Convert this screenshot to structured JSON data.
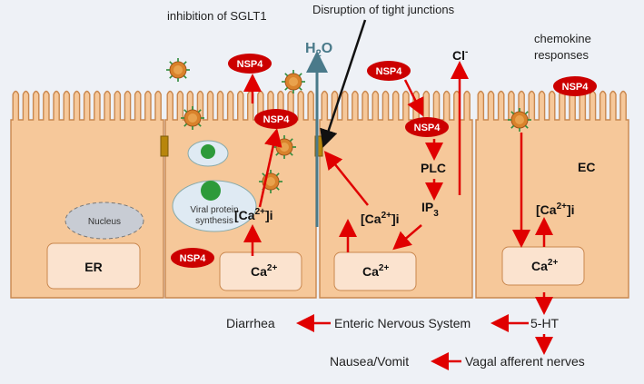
{
  "labels": {
    "inhibition": "inhibition of SGLT1",
    "disruption": "Disruption of tight junctions",
    "chemokine_1": "chemokine",
    "chemokine_2": "responses",
    "water_main": "H",
    "water_sub": "2",
    "water_end": "O",
    "chloride": "Cl",
    "chloride_sup": "-",
    "nsp4": "NSP4",
    "plc": "PLC",
    "ip": "IP",
    "ip_sub": "3",
    "ec": "EC",
    "ca_i_pre": "[Ca",
    "ca_sup": "2+",
    "ca_i_post": "]i",
    "ca": "Ca",
    "nucleus": "Nucleus",
    "viral_1": "Viral protein",
    "viral_2": "synthesis",
    "er": "ER",
    "serotonin": "5-HT",
    "enteric": "Enteric Nervous System",
    "diarrhea": "Diarrhea",
    "vagal": "Vagal afferent nerves",
    "nausea": "Nausea/Vomit"
  },
  "colors": {
    "cell_fill": "#f6c89a",
    "cell_stroke": "#c9874e",
    "arrow": "#e00000",
    "nsp4_fill": "#cc0000",
    "water": "#4a7a8a",
    "virus": "#d9822b"
  },
  "icons": [
    "rotavirus-particle-icon",
    "tight-junction-icon"
  ]
}
